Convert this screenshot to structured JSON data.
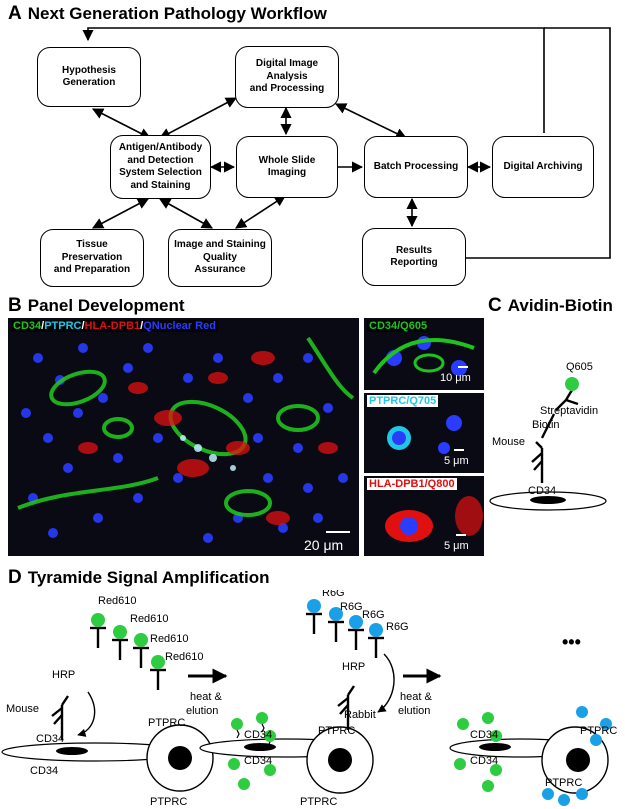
{
  "panel_a": {
    "letter": "A",
    "title": "Next Generation Pathology Workflow",
    "boxes": {
      "hypothesis": "Hypothesis\nGeneration",
      "digital_image": "Digital Image\nAnalysis\nand Processing",
      "antigen": "Antigen/Antibody\nand Detection\nSystem Selection\nand Staining",
      "whole_slide": "Whole Slide\nImaging",
      "batch": "Batch Processing",
      "archiving": "Digital Archiving",
      "tissue": "Tissue\nPreservation\nand Preparation",
      "quality": "Image and Staining\nQuality\nAssurance",
      "results": "Results\nReporting"
    }
  },
  "panel_b": {
    "letter": "B",
    "title": "Panel Development",
    "main_label": {
      "cd34": "CD34",
      "ptprc": "PTPRC",
      "hla": "HLA-DPB1",
      "nuclear": "QNuclear Red",
      "sep": "/"
    },
    "main_scale": "20 μm",
    "insets": [
      {
        "label": "CD34/Q605",
        "scale": "10 μm",
        "label_color": "#1ec31e"
      },
      {
        "label": "PTPRC/Q705",
        "scale": "5 μm",
        "label_color": "#1ec8e6"
      },
      {
        "label": "HLA-DPB1/Q800",
        "scale": "5 μm",
        "label_color": "#e01010"
      }
    ]
  },
  "panel_c": {
    "letter": "C",
    "title": "Avidin-Biotin",
    "labels": {
      "q605": "Q605",
      "streptavidin": "Streptavidin",
      "biotin": "Biotin",
      "mouse": "Mouse",
      "cd34": "CD34"
    }
  },
  "panel_d": {
    "letter": "D",
    "title": "Tyramide Signal Amplification",
    "labels": {
      "red610": "Red610",
      "hrp": "HRP",
      "mouse": "Mouse",
      "cd34": "CD34",
      "ptprc": "PTPRC",
      "r6g": "R6G",
      "rabbit": "Rabbit",
      "heat": "heat &",
      "elution": "elution",
      "ellipsis": "•••"
    }
  },
  "colors": {
    "green_dot": "#2ecc40",
    "blue_dot": "#1aa0e6",
    "cd34_green": "#1ec31e",
    "ptprc_cyan": "#1ec8e6",
    "hla_red": "#e01010",
    "nuclear_blue": "#2a3cff",
    "tissue_bg": "#0a0a14"
  },
  "icon_names": [
    "arrow-icon",
    "antibody-icon",
    "cell-icon",
    "dot-icon"
  ]
}
